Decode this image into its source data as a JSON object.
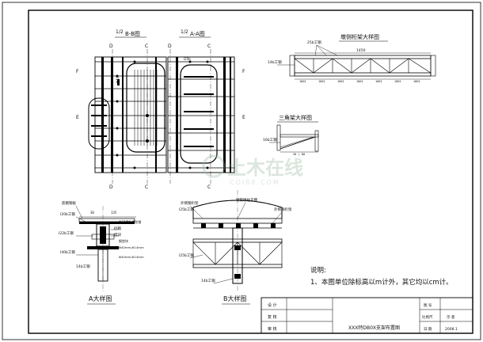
{
  "views": {
    "section_bb": {
      "frac": "1/2",
      "title": "B-B图"
    },
    "section_aa": {
      "frac": "1/2",
      "title": "A-A图"
    },
    "side_truss": {
      "title": "墩侧桁架大样图"
    },
    "triangle": {
      "title": "三角架大样图"
    },
    "detail_a": {
      "title": "A大样图"
    },
    "detail_b": {
      "title": "B大样图"
    }
  },
  "section_marks": {
    "d": "D",
    "c": "C",
    "f": "F",
    "e": "E"
  },
  "callouts": {
    "beam_25": "25b工钢",
    "beam_16": "14b工钢",
    "tri_16": "16b工钢",
    "a_plate": "底模钢板",
    "a_i20": "I20b工钢",
    "a_i22": "I22b工钢",
    "a_sand": "砂箱",
    "a_wedge": "楔块",
    "a_bar": "Φ32精轧螺纹钢",
    "a_anchor": "钢垫块",
    "a_s100": "Φ40mm,Φ14mm",
    "a_s80": "Φ40mm,Φ14mm",
    "a_i40": "I40b工钢",
    "a_b1": "14b工钢",
    "a_d1": "30",
    "a_d2": "135",
    "b_left": "外侧钢桁架",
    "b_mid": "钢筒墩柱支撑",
    "b_right": "外侧钢桁架",
    "b_i25": "I25b工钢",
    "b_i25b": "I25b工钢",
    "b_bot": "14b工钢"
  },
  "truss_dims": {
    "total": "1450",
    "segments": [
      "1001",
      "1001",
      "1001",
      "1001",
      "1001",
      "1001",
      "1001"
    ]
  },
  "notes": {
    "heading": "说明:",
    "item1": "1、本图单位除标高以m计外，其它均以cm计。"
  },
  "title_block": {
    "design": "设  计",
    "review": "复  核",
    "approve": "审  核",
    "drawing_title": "XXX特DB0X支架布置图",
    "fig_no_label": "图  号",
    "fig_no": "",
    "scale_label": "比例尺",
    "scale": "示  意",
    "date_label": "日  期",
    "date": "2008.1"
  },
  "watermark": {
    "text": "土木在线",
    "domain": "COI88.COM"
  }
}
